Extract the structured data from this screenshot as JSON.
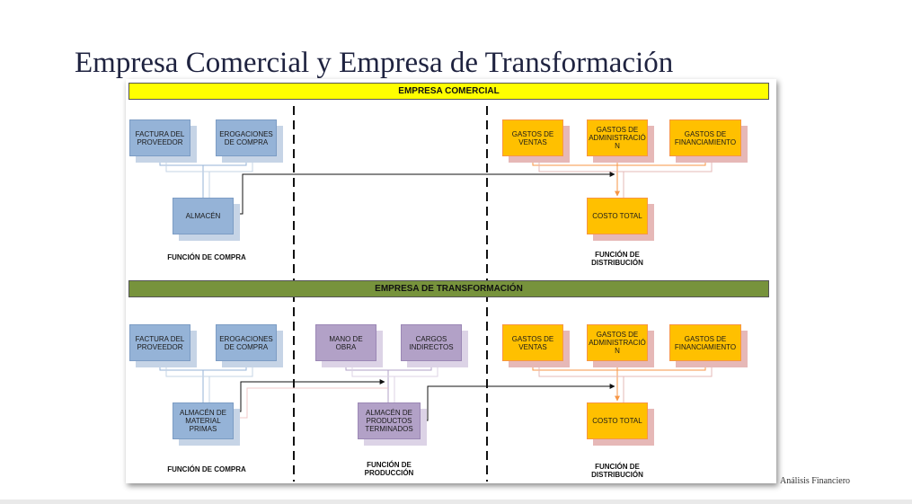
{
  "slide": {
    "title": "Empresa Comercial y Empresa de Transformación",
    "footer": "Análisis Financiero"
  },
  "commercial": {
    "banner": "EMPRESA COMERCIAL",
    "factura": "FACTURA DEL PROVEEDOR",
    "erogaciones": "EROGACIONES DE COMPRA",
    "almacen": "ALMACÉN",
    "gastos_ventas": "GASTOS DE VENTAS",
    "gastos_admin": "GASTOS DE ADMINISTRACIÓ N",
    "gastos_financ": "GASTOS DE FINANCIAMIENTO",
    "costo_total": "COSTO TOTAL",
    "funcion_compra": "FUNCIÓN DE COMPRA",
    "funcion_distribucion": "FUNCIÓN DE DISTRIBUCIÓN"
  },
  "transformation": {
    "banner": "EMPRESA DE TRANSFORMACIÓN",
    "factura": "FACTURA DEL PROVEEDOR",
    "erogaciones": "EROGACIONES DE COMPRA",
    "almacen_material": "ALMACÉN DE MATERIAL PRIMAS",
    "mano_obra": "MANO DE OBRA",
    "cargos": "CARGOS INDIRECTOS",
    "almacen_productos": "ALMACÉN DE PRODUCTOS TERMINADOS",
    "gastos_ventas": "GASTOS DE VENTAS",
    "gastos_admin": "GASTOS DE ADMINISTRACIÓ N",
    "gastos_financ": "GASTOS DE FINANCIAMIENTO",
    "costo_total": "COSTO TOTAL",
    "funcion_compra": "FUNCIÓN DE COMPRA",
    "funcion_produccion": "FUNCIÓN DE PRODUCCIÓN",
    "funcion_distribucion": "FUNCIÓN DE DISTRIBUCIÓN"
  },
  "colors": {
    "banner_commercial": "#ffff00",
    "banner_transformation": "#77933c",
    "purchase_box": "#95b3d7",
    "production_box": "#b2a1c7",
    "distribution_box": "#ffc000"
  }
}
